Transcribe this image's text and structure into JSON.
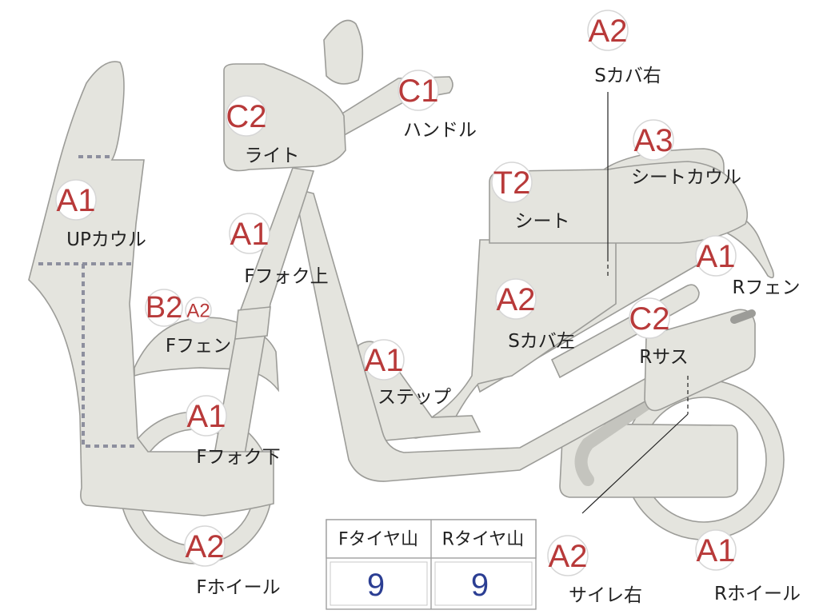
{
  "colors": {
    "part_fill": "#e4e4de",
    "part_outline": "#9c9c98",
    "grade_text": "#b83a3a",
    "tire_value": "#2b3e93",
    "dotted_marker": "#8d8f9e"
  },
  "parts": [
    {
      "grade": "A2",
      "label": "Sカバ右"
    },
    {
      "grade": "C1",
      "label": "ハンドル"
    },
    {
      "grade": "C2",
      "label": "ライト"
    },
    {
      "grade": "A3",
      "label": "シートカウル"
    },
    {
      "grade": "A1",
      "label": "UPカウル"
    },
    {
      "grade": "T2",
      "label": "シート"
    },
    {
      "grade": "A1",
      "label": "Fフォク上"
    },
    {
      "grade": "A1",
      "label": "Rフェン"
    },
    {
      "grade": "A2",
      "label": "Sカバ左"
    },
    {
      "grade": "C2",
      "label": "Rサス"
    },
    {
      "grade": "A1",
      "label": "ステップ"
    },
    {
      "grade": "A1",
      "label": "Fフォク下"
    },
    {
      "grade": "A2",
      "label": "Fホイール"
    },
    {
      "grade": "A2",
      "label": "サイレ右"
    },
    {
      "grade": "A1",
      "label": "Rホイール"
    }
  ],
  "front_fender": {
    "grade_main": "B2",
    "grade_sub": "A2",
    "label": "Fフェン"
  },
  "tire_table": {
    "headers": [
      "Fタイヤ山",
      "Rタイヤ山"
    ],
    "values": [
      "9",
      "9"
    ]
  }
}
